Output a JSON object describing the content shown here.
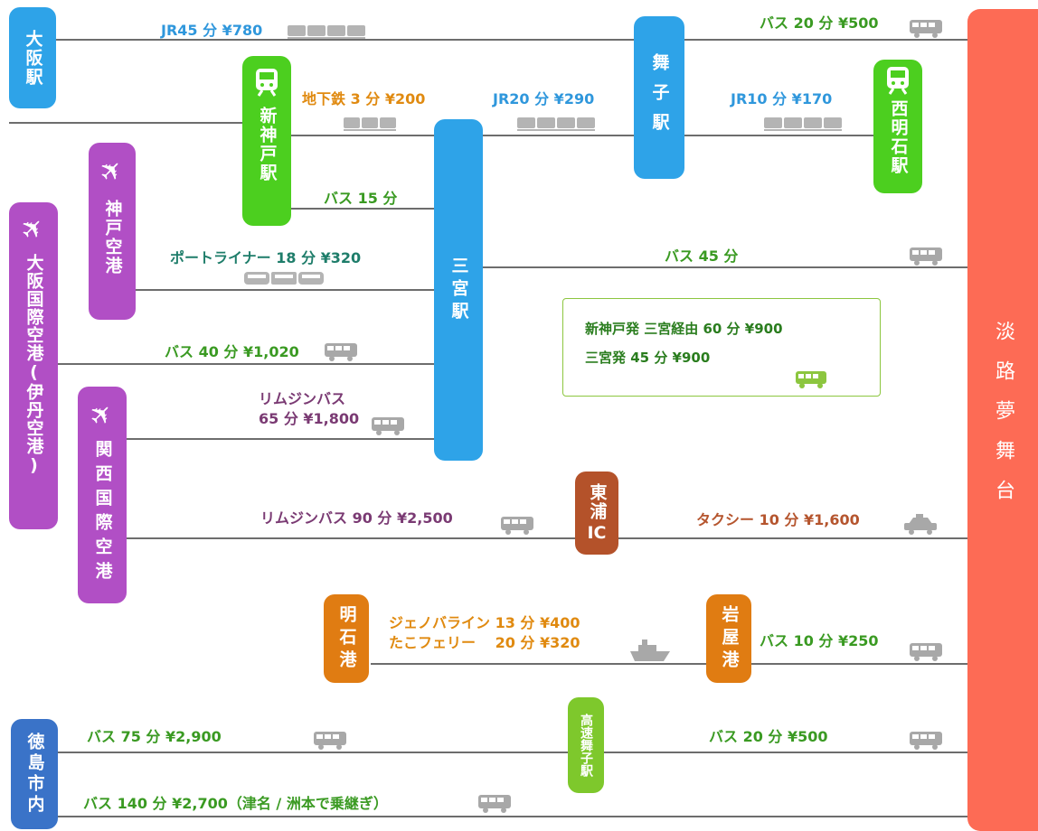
{
  "nodes": {
    "osaka_eki": "大阪駅",
    "shin_kobe": "新神戸駅",
    "maiko": "舞子駅",
    "nishi_akashi": "西明石駅",
    "sannomiya": "三宮駅",
    "kobe_airport": "神戸空港",
    "itami": "大阪国際空港(伊丹空港)",
    "kansai": "関西国際空港",
    "higashiura_top": "東浦",
    "higashiura_bottom": "IC",
    "akashi_port": "明石港",
    "iwaya_port": "岩屋港",
    "kosoku_maiko": "高速舞子駅",
    "tokushima": "徳島市内",
    "awaji": "淡路夢舞台"
  },
  "routes": {
    "osaka_jr": "JR45 分 ¥780",
    "maiko_bus": "バス 20 分 ¥500",
    "subway": "地下鉄 3 分 ¥200",
    "jr20": "JR20 分 ¥290",
    "jr10": "JR10 分 ¥170",
    "bus15": "バス 15 分",
    "portliner": "ポートライナー 18 分 ¥320",
    "bus45": "バス 45 分",
    "itami_bus": "バス 40 分 ¥1,020",
    "limousine_1": "リムジンバス",
    "limousine_2": "65 分 ¥1,800",
    "kansai_limousine": "リムジンバス 90 分 ¥2,500",
    "taxi": "タクシー 10 分 ¥1,600",
    "ferry_1": "ジェノバライン 13 分 ¥400",
    "ferry_2": "たこフェリー　 20 分 ¥320",
    "iwaya_bus": "バス 10 分 ¥250",
    "tokushima_bus": "バス 75 分 ¥2,900",
    "kosoku_bus": "バス 20 分 ¥500",
    "tokushima_bus2": "バス 140 分 ¥2,700（津名 / 洲本で乗継ぎ）"
  },
  "infobox": {
    "line1": "新神戸発  三宮経由 60 分 ¥900",
    "line2": "三宮発 45 分 ¥900"
  },
  "colors": {
    "blue": "#2ea3e8",
    "green": "#4ccf1f",
    "purple": "#b14fc5",
    "orange": "#e07c12",
    "brown": "#b4522a",
    "lime": "#7ec82c",
    "navy": "#3a73c8",
    "salmon": "#fd6b55"
  }
}
